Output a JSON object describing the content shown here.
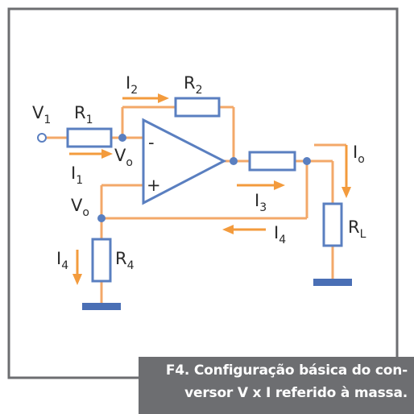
{
  "figure": {
    "caption_line1": "F4. Configuração básica do con-",
    "caption_line2": "versor V x I referido à massa."
  },
  "labels": {
    "v1_main": "V",
    "v1_sub": "1",
    "r1_main": "R",
    "r1_sub": "1",
    "r2_main": "R",
    "r2_sub": "2",
    "r4_main": "R",
    "r4_sub": "4",
    "rl_main": "R",
    "rl_sub": "L",
    "i1_main": "I",
    "i1_sub": "1",
    "i2_main": "I",
    "i2_sub": "2",
    "i3_main": "I",
    "i3_sub": "3",
    "i4a_main": "I",
    "i4a_sub": "4",
    "i4b_main": "I",
    "i4b_sub": "4",
    "io_main": "I",
    "io_sub": "o",
    "vo_top_main": "V",
    "vo_top_sub": "o",
    "vo_left_main": "V",
    "vo_left_sub": "o",
    "minus": "-",
    "plus": "+"
  },
  "colors": {
    "wire": "#f3a869",
    "component": "#5a7fc0",
    "arrow": "#f39b3d",
    "ground": "#4a6fb5",
    "frame": "#6d6e71",
    "caption_bg": "#6d6e71"
  }
}
